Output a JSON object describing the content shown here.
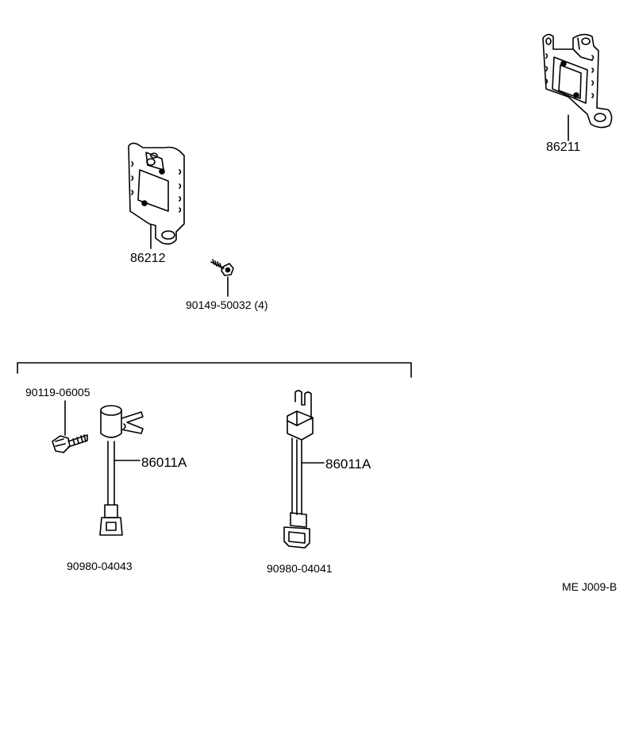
{
  "parts": {
    "bracket_right": "86211",
    "bracket_left": "86212",
    "bolt_bracket": "90149-50032 (4)",
    "bolt_sensor": "90119-06005",
    "sensor_left": "86011A",
    "sensor_right": "86011A",
    "connector_left": "90980-04043",
    "connector_right": "90980-04041"
  },
  "diagram_code": "ME J009-B",
  "colors": {
    "ink": "#000000",
    "paper": "#ffffff"
  }
}
